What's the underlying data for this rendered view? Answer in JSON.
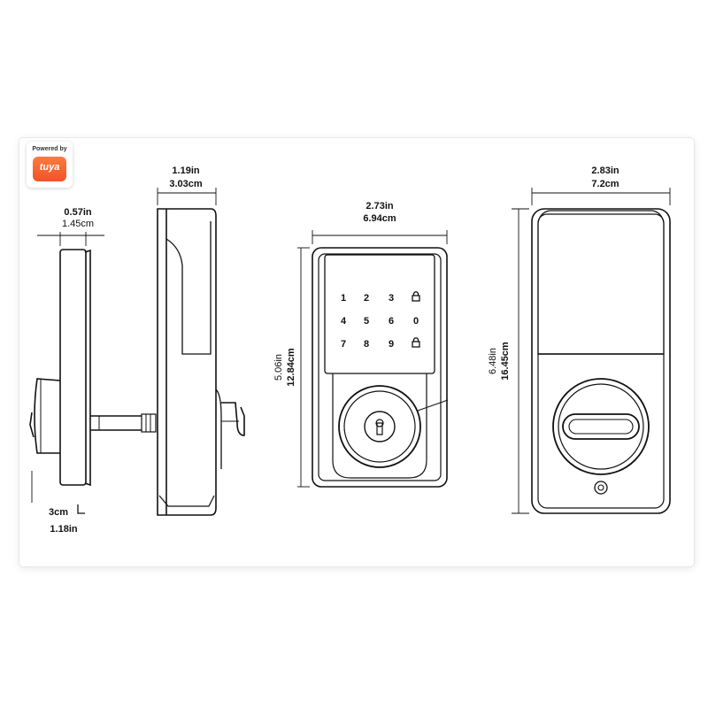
{
  "badge": {
    "powered_by": "Powered by",
    "logo_text": "tuya",
    "brand_color": "#f05a28"
  },
  "side_view": {
    "width_in": "0.57in",
    "width_cm": "1.45cm",
    "depth_cm": "3cm",
    "depth_in": "1.18in"
  },
  "profile_view": {
    "width_in": "1.19in",
    "width_cm": "3.03cm"
  },
  "front_view": {
    "width_in": "2.73in",
    "width_cm": "6.94cm",
    "height_in": "5.06in",
    "height_cm": "12.84cm",
    "keys": [
      "1",
      "2",
      "3",
      "lock-icon",
      "4",
      "5",
      "6",
      "0",
      "7",
      "8",
      "9",
      "lock-icon"
    ]
  },
  "back_view": {
    "width_in": "2.83in",
    "width_cm": "7.2cm",
    "height_in": "6.48in",
    "height_cm": "16.45cm"
  }
}
